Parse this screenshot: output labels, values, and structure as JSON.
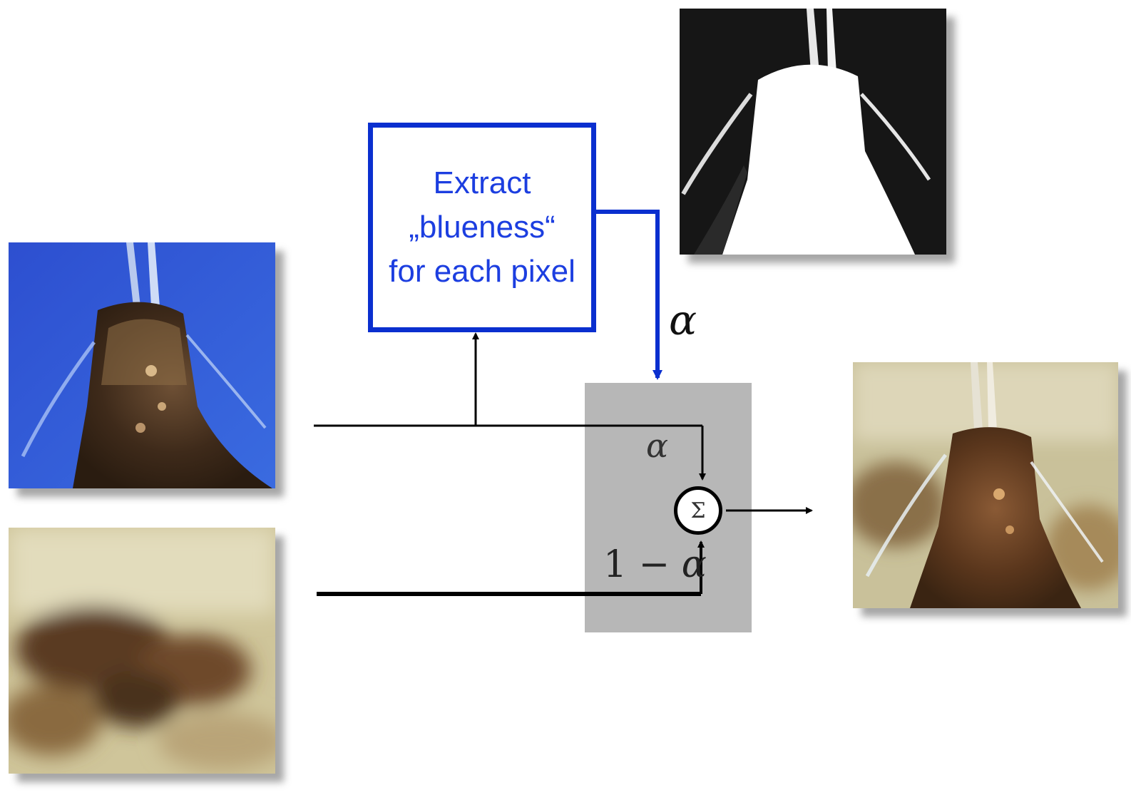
{
  "extract_box": {
    "line1": "Extract",
    "line2": "„blueness“",
    "line3": "for each pixel"
  },
  "labels": {
    "alpha_signal": "α",
    "alpha_input": "α",
    "one_minus_alpha": "1 − ",
    "one_minus_alpha_sym": "α",
    "sum_symbol": "Σ"
  },
  "colors": {
    "blue_path": "#0a2fcf",
    "mixer_background": "#b7b7b7"
  }
}
